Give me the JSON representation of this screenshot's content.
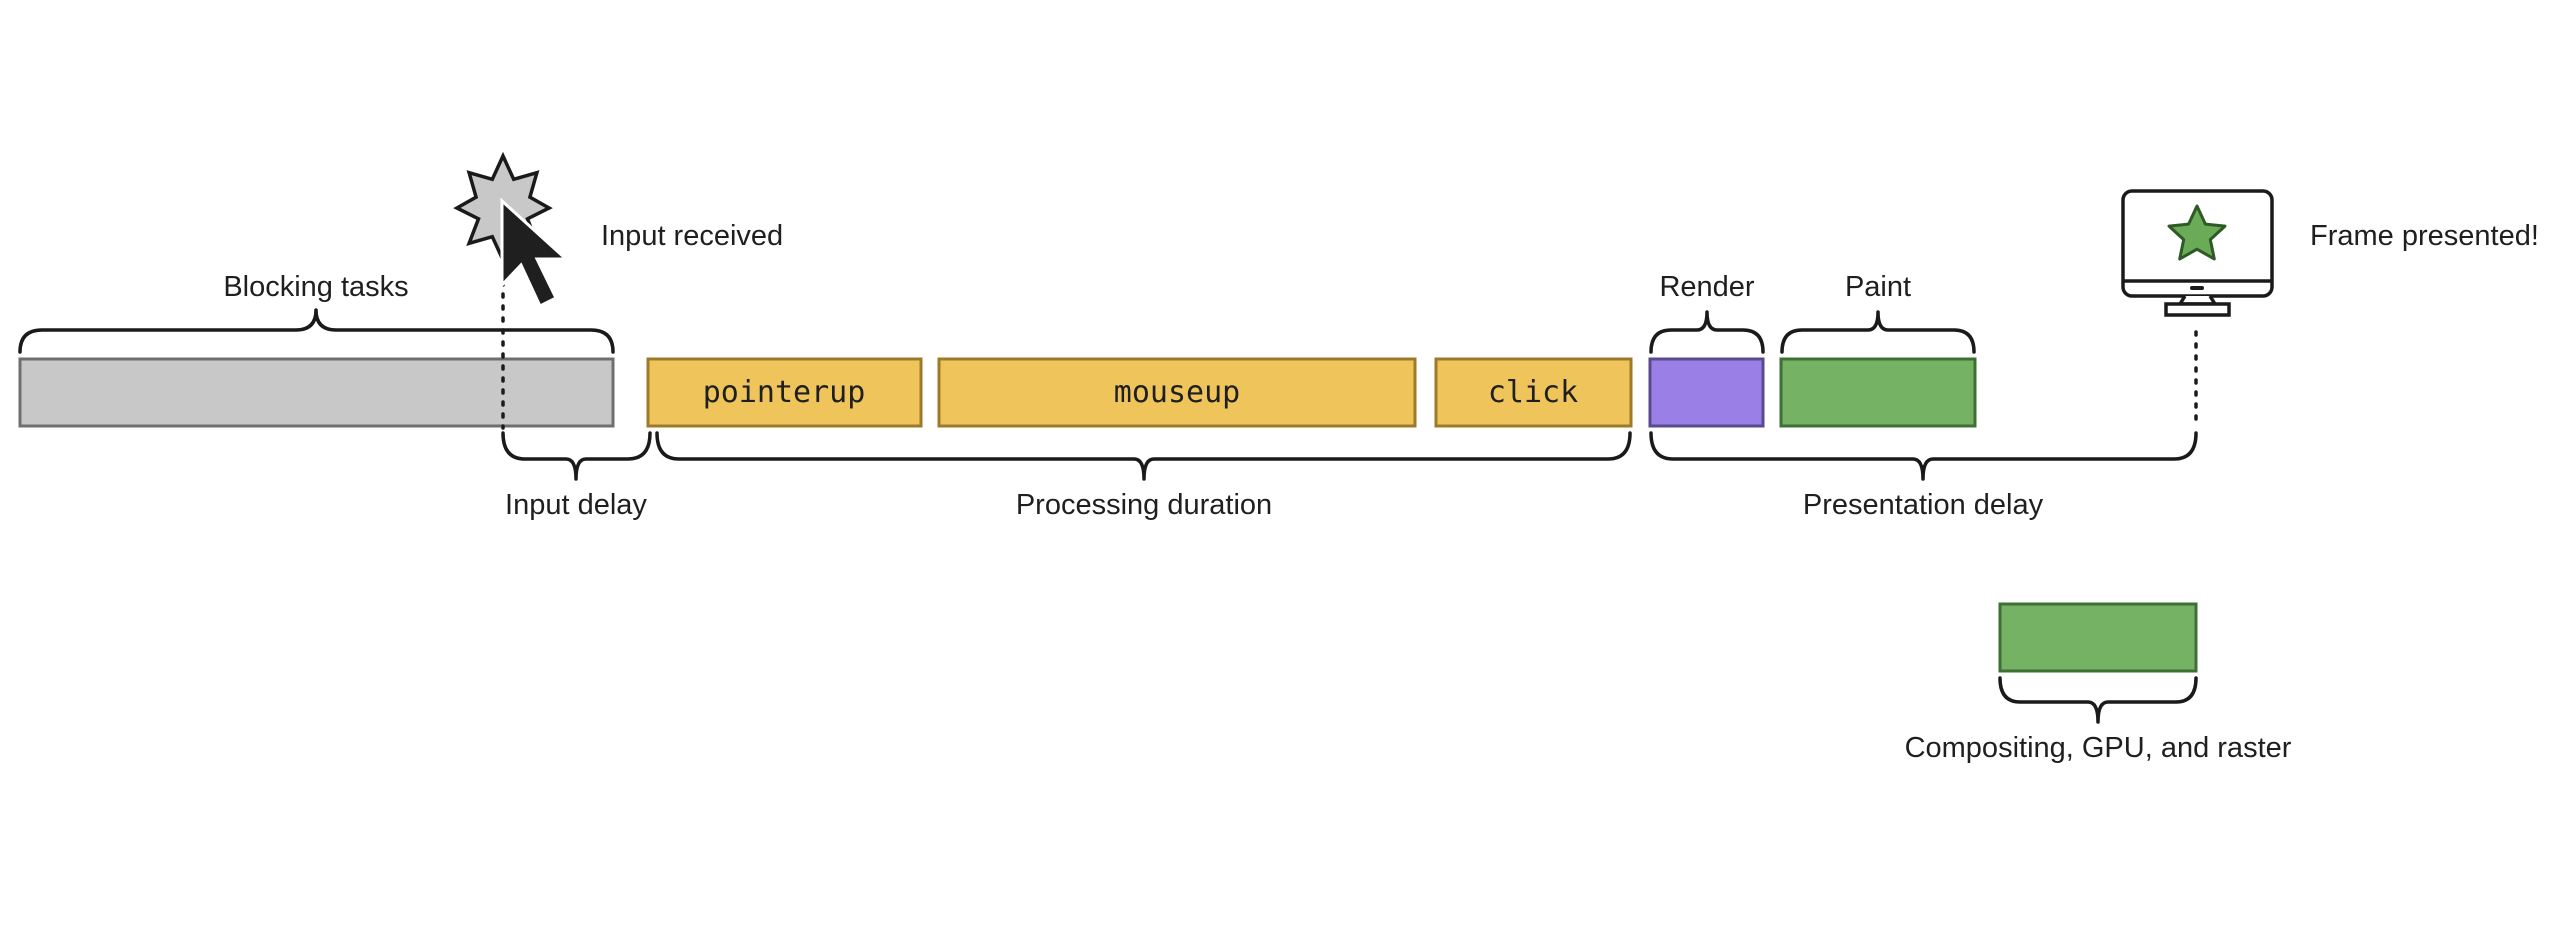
{
  "colors": {
    "blocking": "#c8c8c8",
    "blocking_stroke": "#6f6f6f",
    "event": "#efc55b",
    "event_stroke": "#9c7a2a",
    "render": "#9a80e6",
    "render_stroke": "#584a8c",
    "paint": "#76b264",
    "paint_stroke": "#3f6f36",
    "line": "#1a1a1a"
  },
  "icons": [
    "input-burst-icon",
    "mouse-cursor-icon",
    "monitor-icon",
    "star-icon"
  ],
  "labels": {
    "blocking_tasks": "Blocking tasks",
    "input_received": "Input received",
    "frame_presented": "Frame presented!",
    "render": "Render",
    "paint": "Paint",
    "input_delay": "Input delay",
    "processing_duration": "Processing duration",
    "presentation_delay": "Presentation delay",
    "compositing": "Compositing, GPU, and raster"
  },
  "events": {
    "pointerup": "pointerup",
    "mouseup": "mouseup",
    "click": "click"
  }
}
